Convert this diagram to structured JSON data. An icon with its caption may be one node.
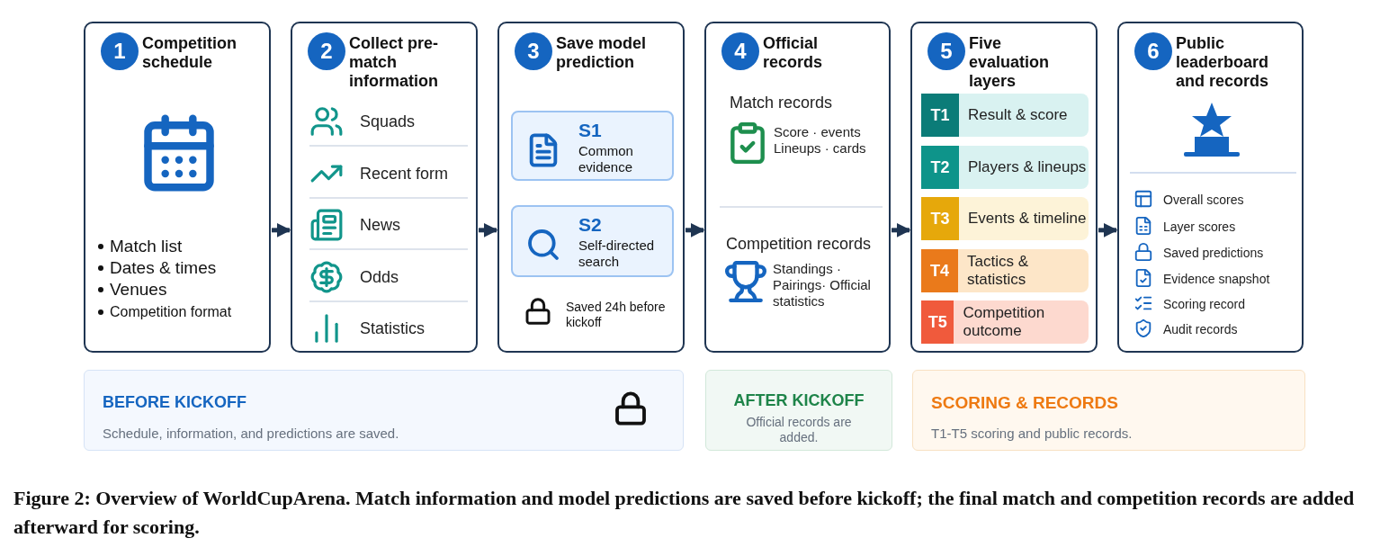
{
  "diagram": {
    "caption": "Figure 2: Overview of WorldCupArena. Match information and model predictions are saved before kickoff; the final match and competition records are added afterward for scoring.",
    "nodes": [
      {
        "text": [
          "Competition schedule",
          "Match list",
          "Dates & times",
          "Venues",
          "Competition format"
        ]
      },
      {
        "text": [
          "1"
        ],
        "in": 0
      },
      {
        "text": [
          "Collect pre-match information",
          "Squads",
          "Recent form",
          "News",
          "Odds",
          "Statistics"
        ]
      },
      {
        "text": [
          "2"
        ],
        "in": 2
      },
      {
        "text": [
          "Save model prediction",
          "Saved 24h before kickoff"
        ]
      },
      {
        "text": [
          "3"
        ],
        "in": 4
      },
      {
        "text": [
          "S1",
          "Common evidence"
        ],
        "in": 4
      },
      {
        "text": [
          "S2",
          "Self-directed search"
        ],
        "in": 4
      },
      {
        "text": [
          "Official records",
          "Match records",
          "Score · events Lineups · cards",
          "Competition records",
          "Standings · Pairings· Official statistics"
        ]
      },
      {
        "text": [
          "4"
        ],
        "in": 8
      },
      {
        "text": [
          "Five evaluation layers"
        ]
      },
      {
        "text": [
          "5"
        ],
        "in": 10
      },
      {
        "text": [
          "T1",
          "Result & score"
        ],
        "in": 10
      },
      {
        "text": [
          "T2",
          "Players & lineups"
        ],
        "in": 10
      },
      {
        "text": [
          "T3",
          "Events & timeline"
        ],
        "in": 10
      },
      {
        "text": [
          "T4",
          "Tactics & statistics"
        ],
        "in": 10
      },
      {
        "text": [
          "T5",
          "Competition outcome"
        ],
        "in": 10
      },
      {
        "text": [
          "Public leaderboard and records",
          "Overall scores",
          "Layer scores",
          "Saved predictions",
          "Evidence snapshot",
          "Scoring record",
          "Audit records"
        ]
      },
      {
        "text": [
          "6"
        ],
        "in": 17
      },
      {
        "text": [
          "BEFORE KICKOFF",
          "Schedule, information, and predictions are saved."
        ]
      },
      {
        "text": [
          "AFTER KICKOFF",
          "Official records are added."
        ]
      },
      {
        "text": [
          "SCORING & RECORDS",
          "T1-T5 scoring and public records."
        ]
      }
    ],
    "edges": [
      {
        "from": 0,
        "to": 2,
        "arrow": "to"
      },
      {
        "from": 2,
        "to": 4,
        "arrow": "to"
      },
      {
        "from": 4,
        "to": 8,
        "arrow": "to"
      },
      {
        "from": 8,
        "to": 10,
        "arrow": "to"
      },
      {
        "from": 10,
        "to": 17,
        "arrow": "to"
      }
    ]
  }
}
